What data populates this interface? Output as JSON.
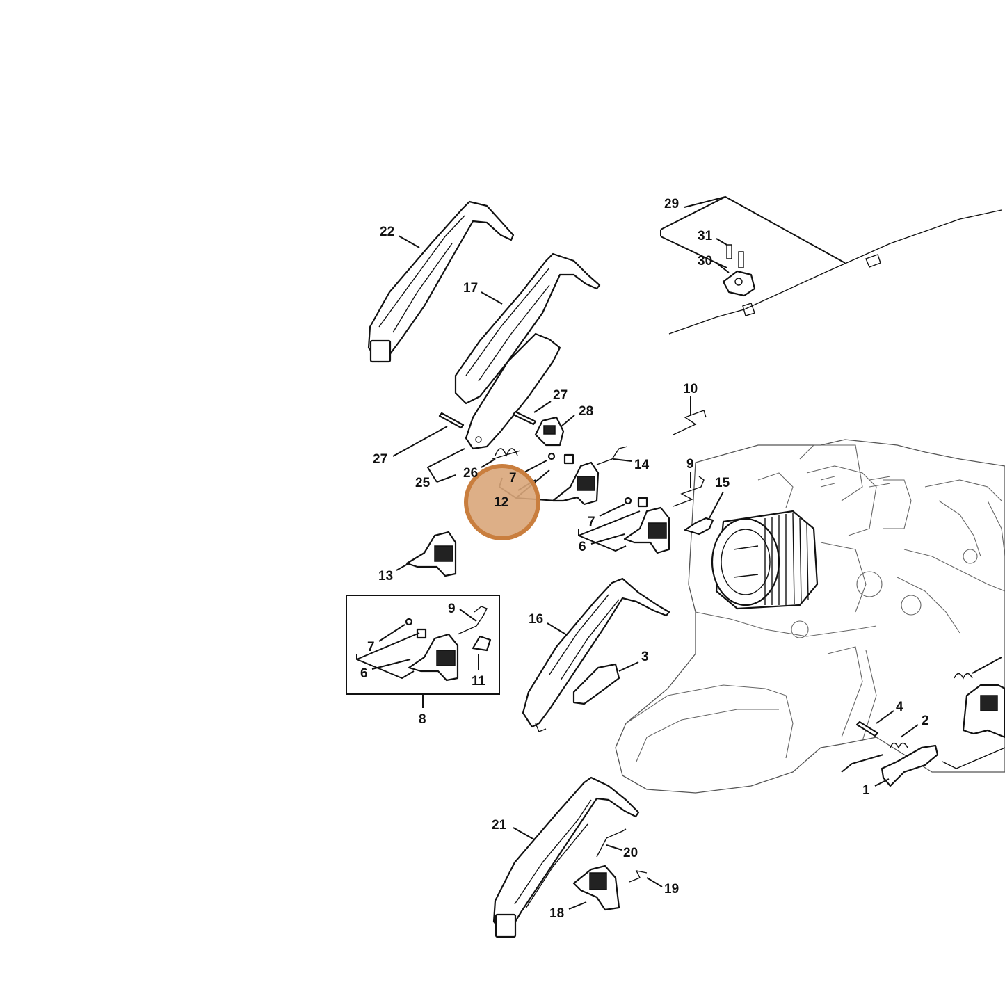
{
  "callouts": {
    "c1": "1",
    "c2": "2",
    "c3": "3",
    "c4": "4",
    "c6a": "6",
    "c6b": "6",
    "c7a": "7",
    "c7b": "7",
    "c7c": "7",
    "c8": "8",
    "c9a": "9",
    "c9b": "9",
    "c10": "10",
    "c11": "11",
    "c12": "12",
    "c13": "13",
    "c14": "14",
    "c15": "15",
    "c16": "16",
    "c17": "17",
    "c18": "18",
    "c19": "19",
    "c20": "20",
    "c21": "21",
    "c22": "22",
    "c25": "25",
    "c26": "26",
    "c27a": "27",
    "c27b": "27",
    "c28": "28",
    "c29": "29",
    "c30": "30",
    "c31": "31"
  },
  "colors": {
    "line": "#111111",
    "highlight_fill": "#d9a67a",
    "highlight_stroke": "#c97e3e",
    "background": "#ffffff"
  },
  "highlight": {
    "target": "12"
  }
}
